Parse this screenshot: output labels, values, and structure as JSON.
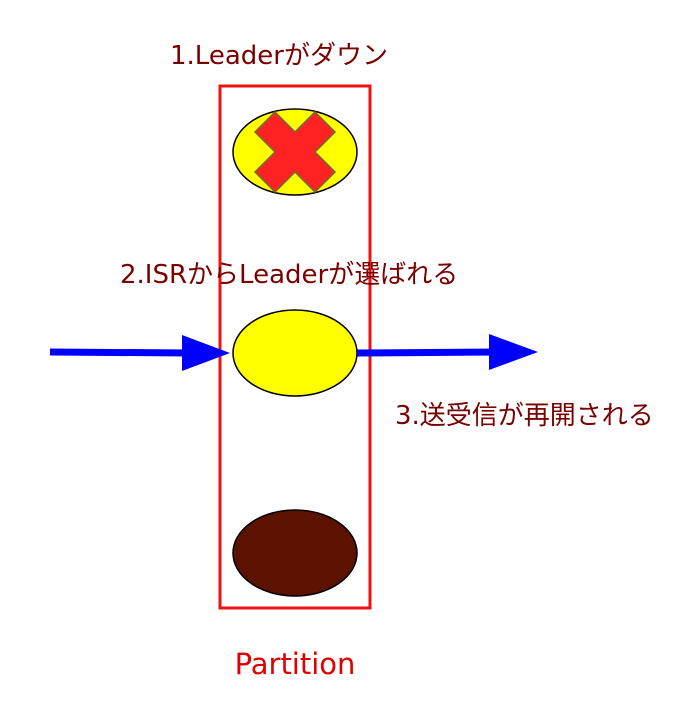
{
  "labels": {
    "step1": "1.Leaderがダウン",
    "step2": "2.ISRからLeaderが選ばれる",
    "step3": "3.送受信が再開される",
    "partition": "Partition"
  },
  "colors": {
    "partition_border": "#ee1111",
    "leader_down": "#ffff00",
    "new_leader": "#ffff00",
    "replica": "#5c1200",
    "arrow": "#0000ff",
    "cross": "#ff2222",
    "label_text": "#7a0000",
    "partition_text": "#e00000"
  },
  "icons": {
    "cross": "x-mark-icon"
  }
}
